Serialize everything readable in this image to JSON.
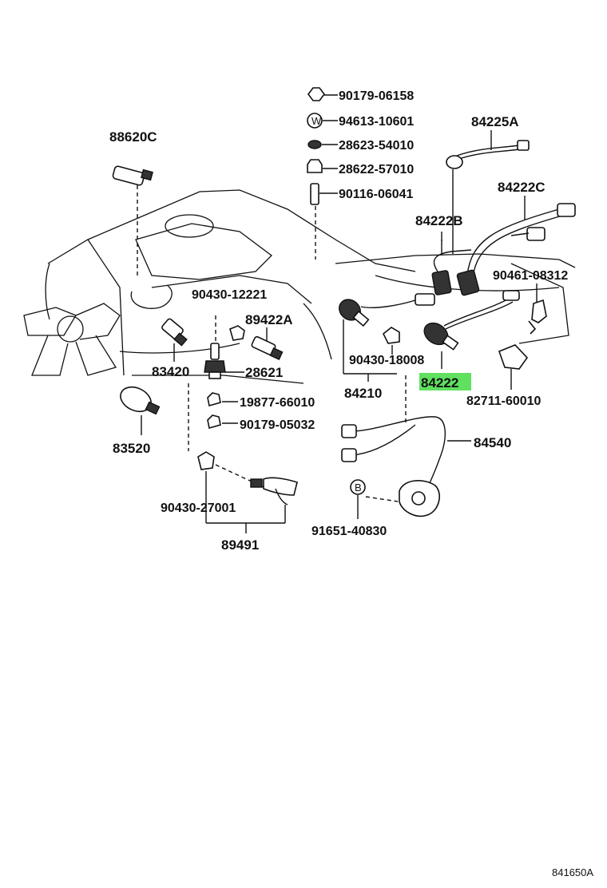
{
  "labels": {
    "p88620C": "88620C",
    "p90179_06158": "90179-06158",
    "p94613_10601": "94613-10601",
    "p28623_54010": "28623-54010",
    "p28622_57010": "28622-57010",
    "p90116_06041": "90116-06041",
    "p84225A": "84225A",
    "p84222C": "84222C",
    "p84222B": "84222B",
    "p90461_08312": "90461-08312",
    "p90430_12221": "90430-12221",
    "p89422A": "89422A",
    "p83420": "83420",
    "p28621": "28621",
    "p90430_18008": "90430-18008",
    "p84222": "84222",
    "p84210": "84210",
    "p82711_60010": "82711-60010",
    "p19877_66010": "19877-66010",
    "p90179_05032": "90179-05032",
    "p83520": "83520",
    "p84540": "84540",
    "p90430_27001": "90430-27001",
    "p91651_40830": "91651-40830",
    "p89491": "89491"
  },
  "symbols": {
    "washer": "W",
    "bolt": "B"
  },
  "highlight": {
    "part": "84222",
    "color": "#5fe05f"
  },
  "reference": "841650A"
}
